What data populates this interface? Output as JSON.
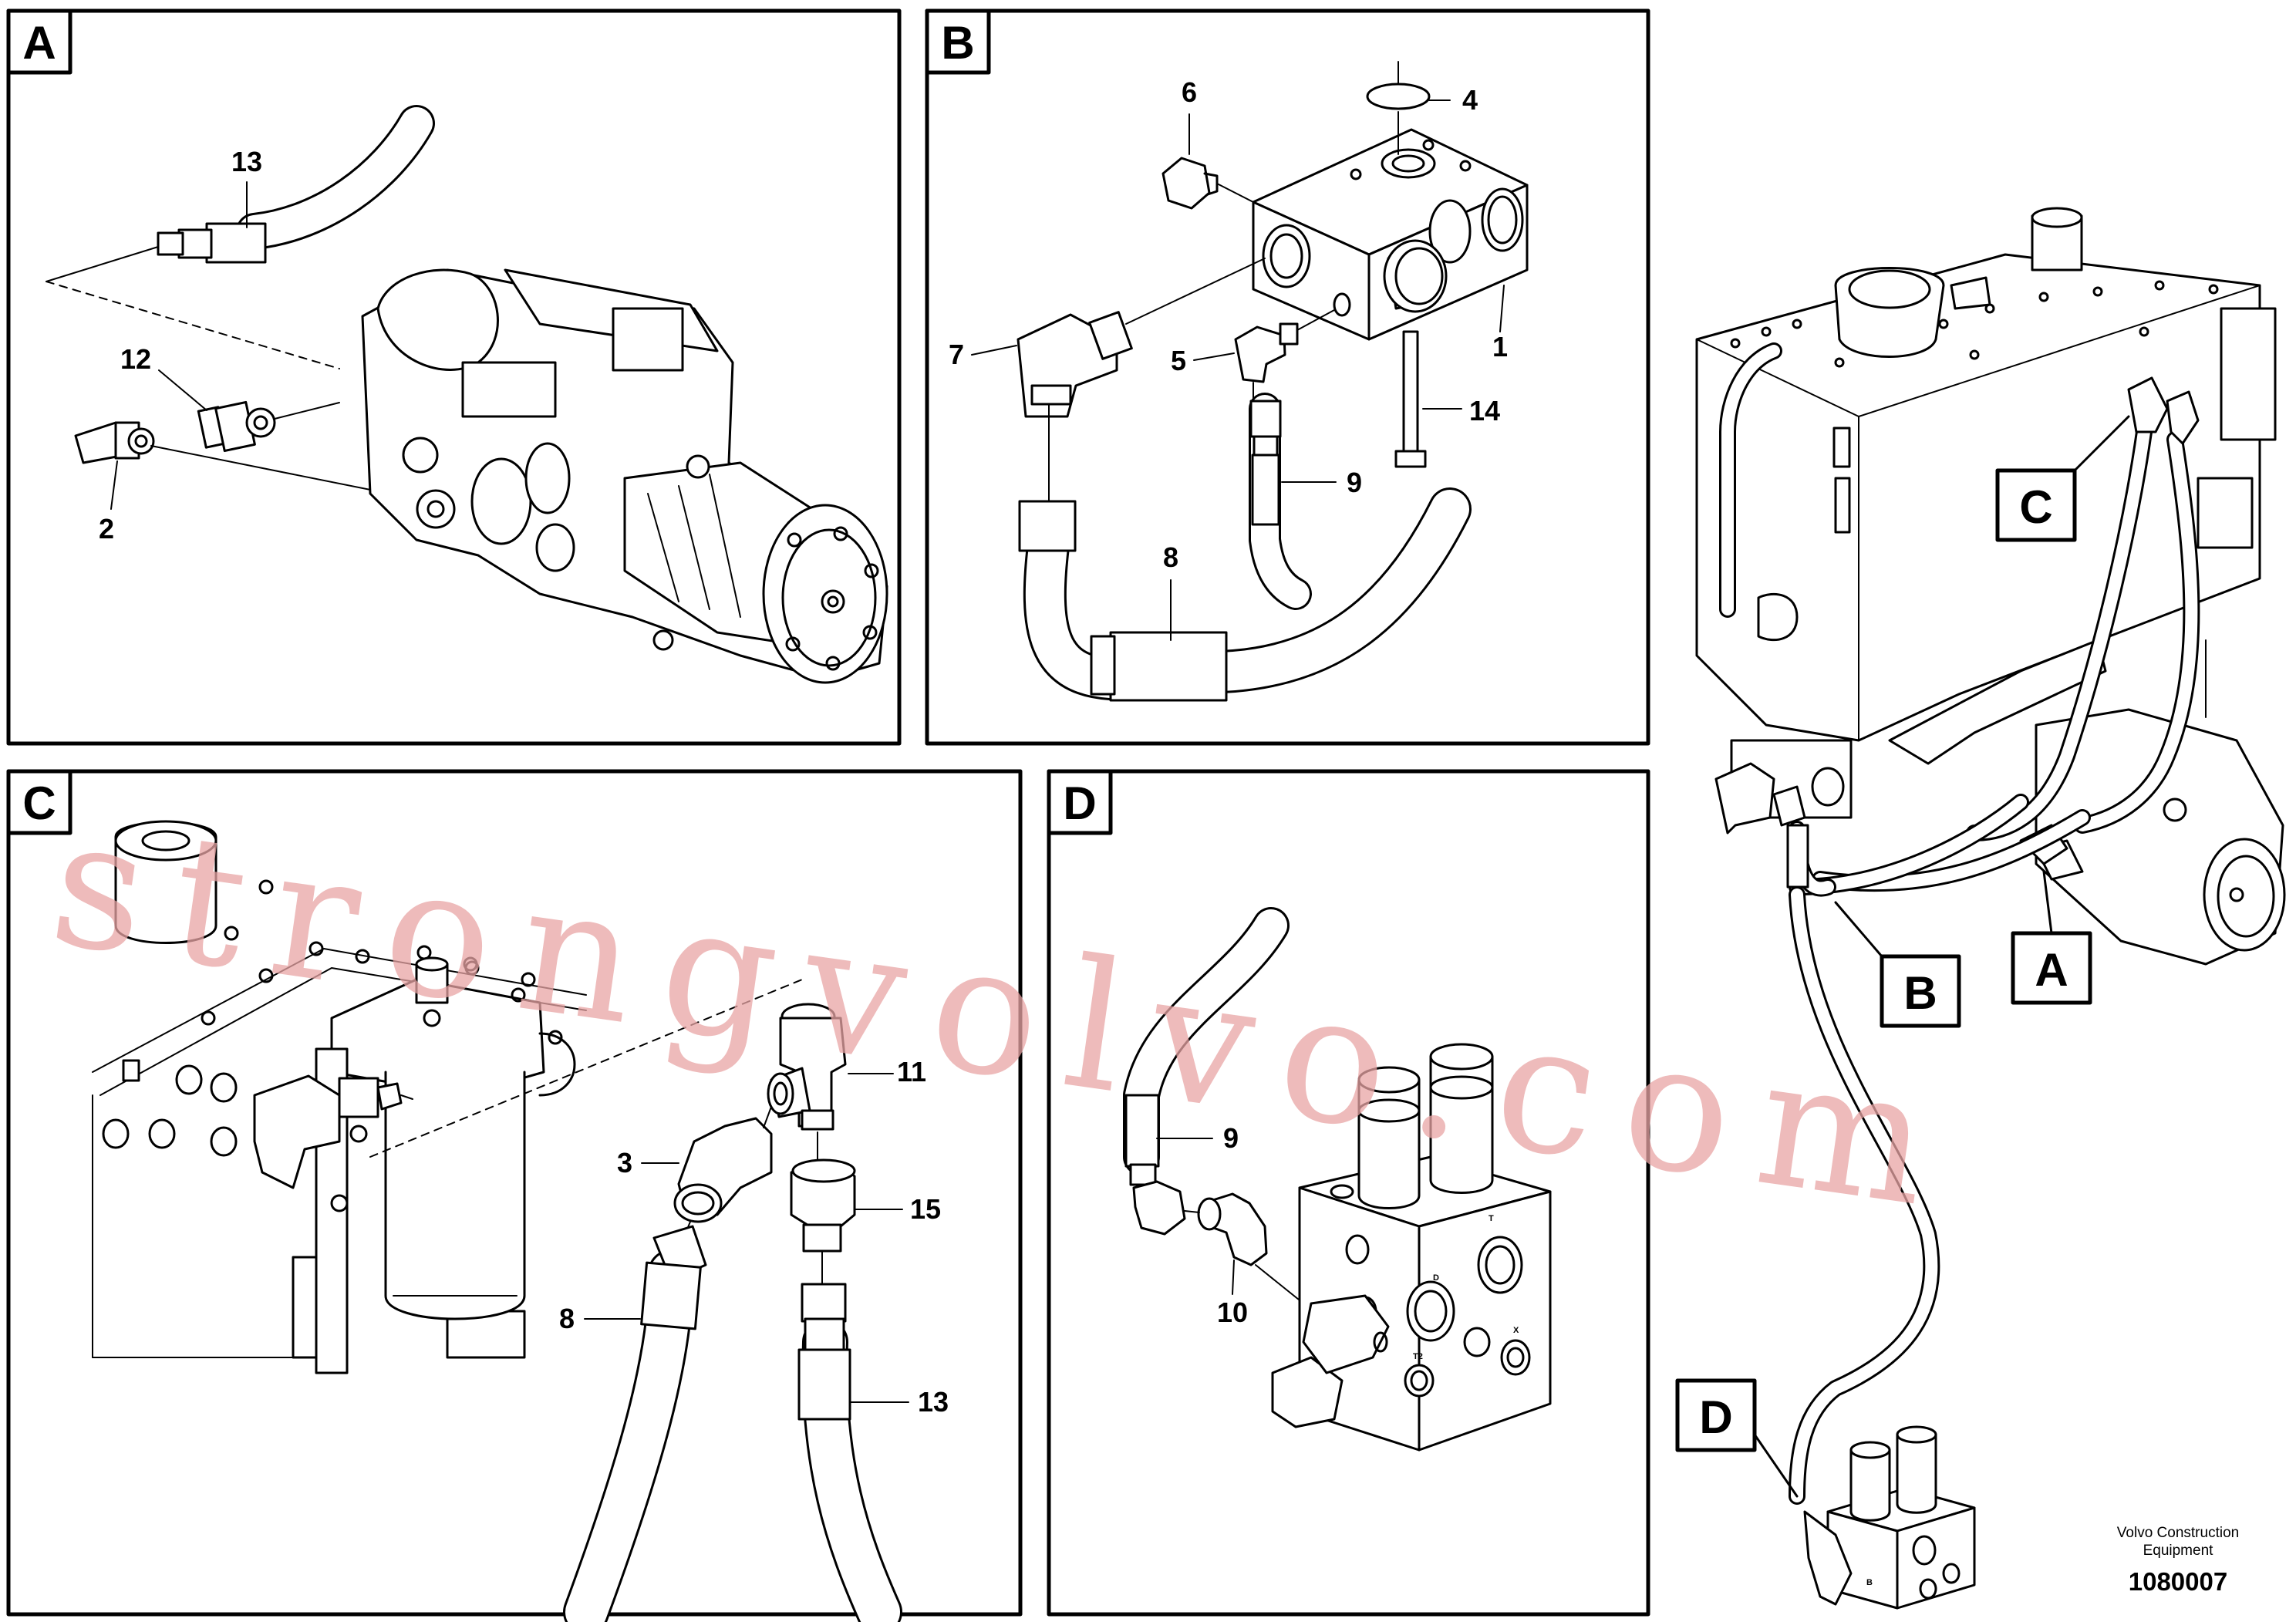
{
  "panels": [
    {
      "id": "A",
      "label": "A"
    },
    {
      "id": "B",
      "label": "B"
    },
    {
      "id": "C",
      "label": "C"
    },
    {
      "id": "D",
      "label": "D"
    }
  ],
  "callouts": {
    "a13": "13",
    "a12": "12",
    "a2": "2",
    "b6": "6",
    "b4": "4",
    "b7": "7",
    "b5": "5",
    "b1": "1",
    "b14": "14",
    "b9": "9",
    "b8": "8",
    "c11": "11",
    "c3": "3",
    "c15": "15",
    "c8": "8",
    "c13": "13",
    "d9": "9",
    "d10": "10"
  },
  "overview_labels": {
    "C": "C",
    "B": "B",
    "A": "A",
    "D": "D"
  },
  "port_marks": {
    "t": "T",
    "d": "D",
    "t2": "T2",
    "x": "X",
    "b": "B"
  },
  "watermark": "strongvolvo.com",
  "credit": {
    "line1": "Volvo Construction",
    "line2": "Equipment"
  },
  "doc_number": "1080007"
}
